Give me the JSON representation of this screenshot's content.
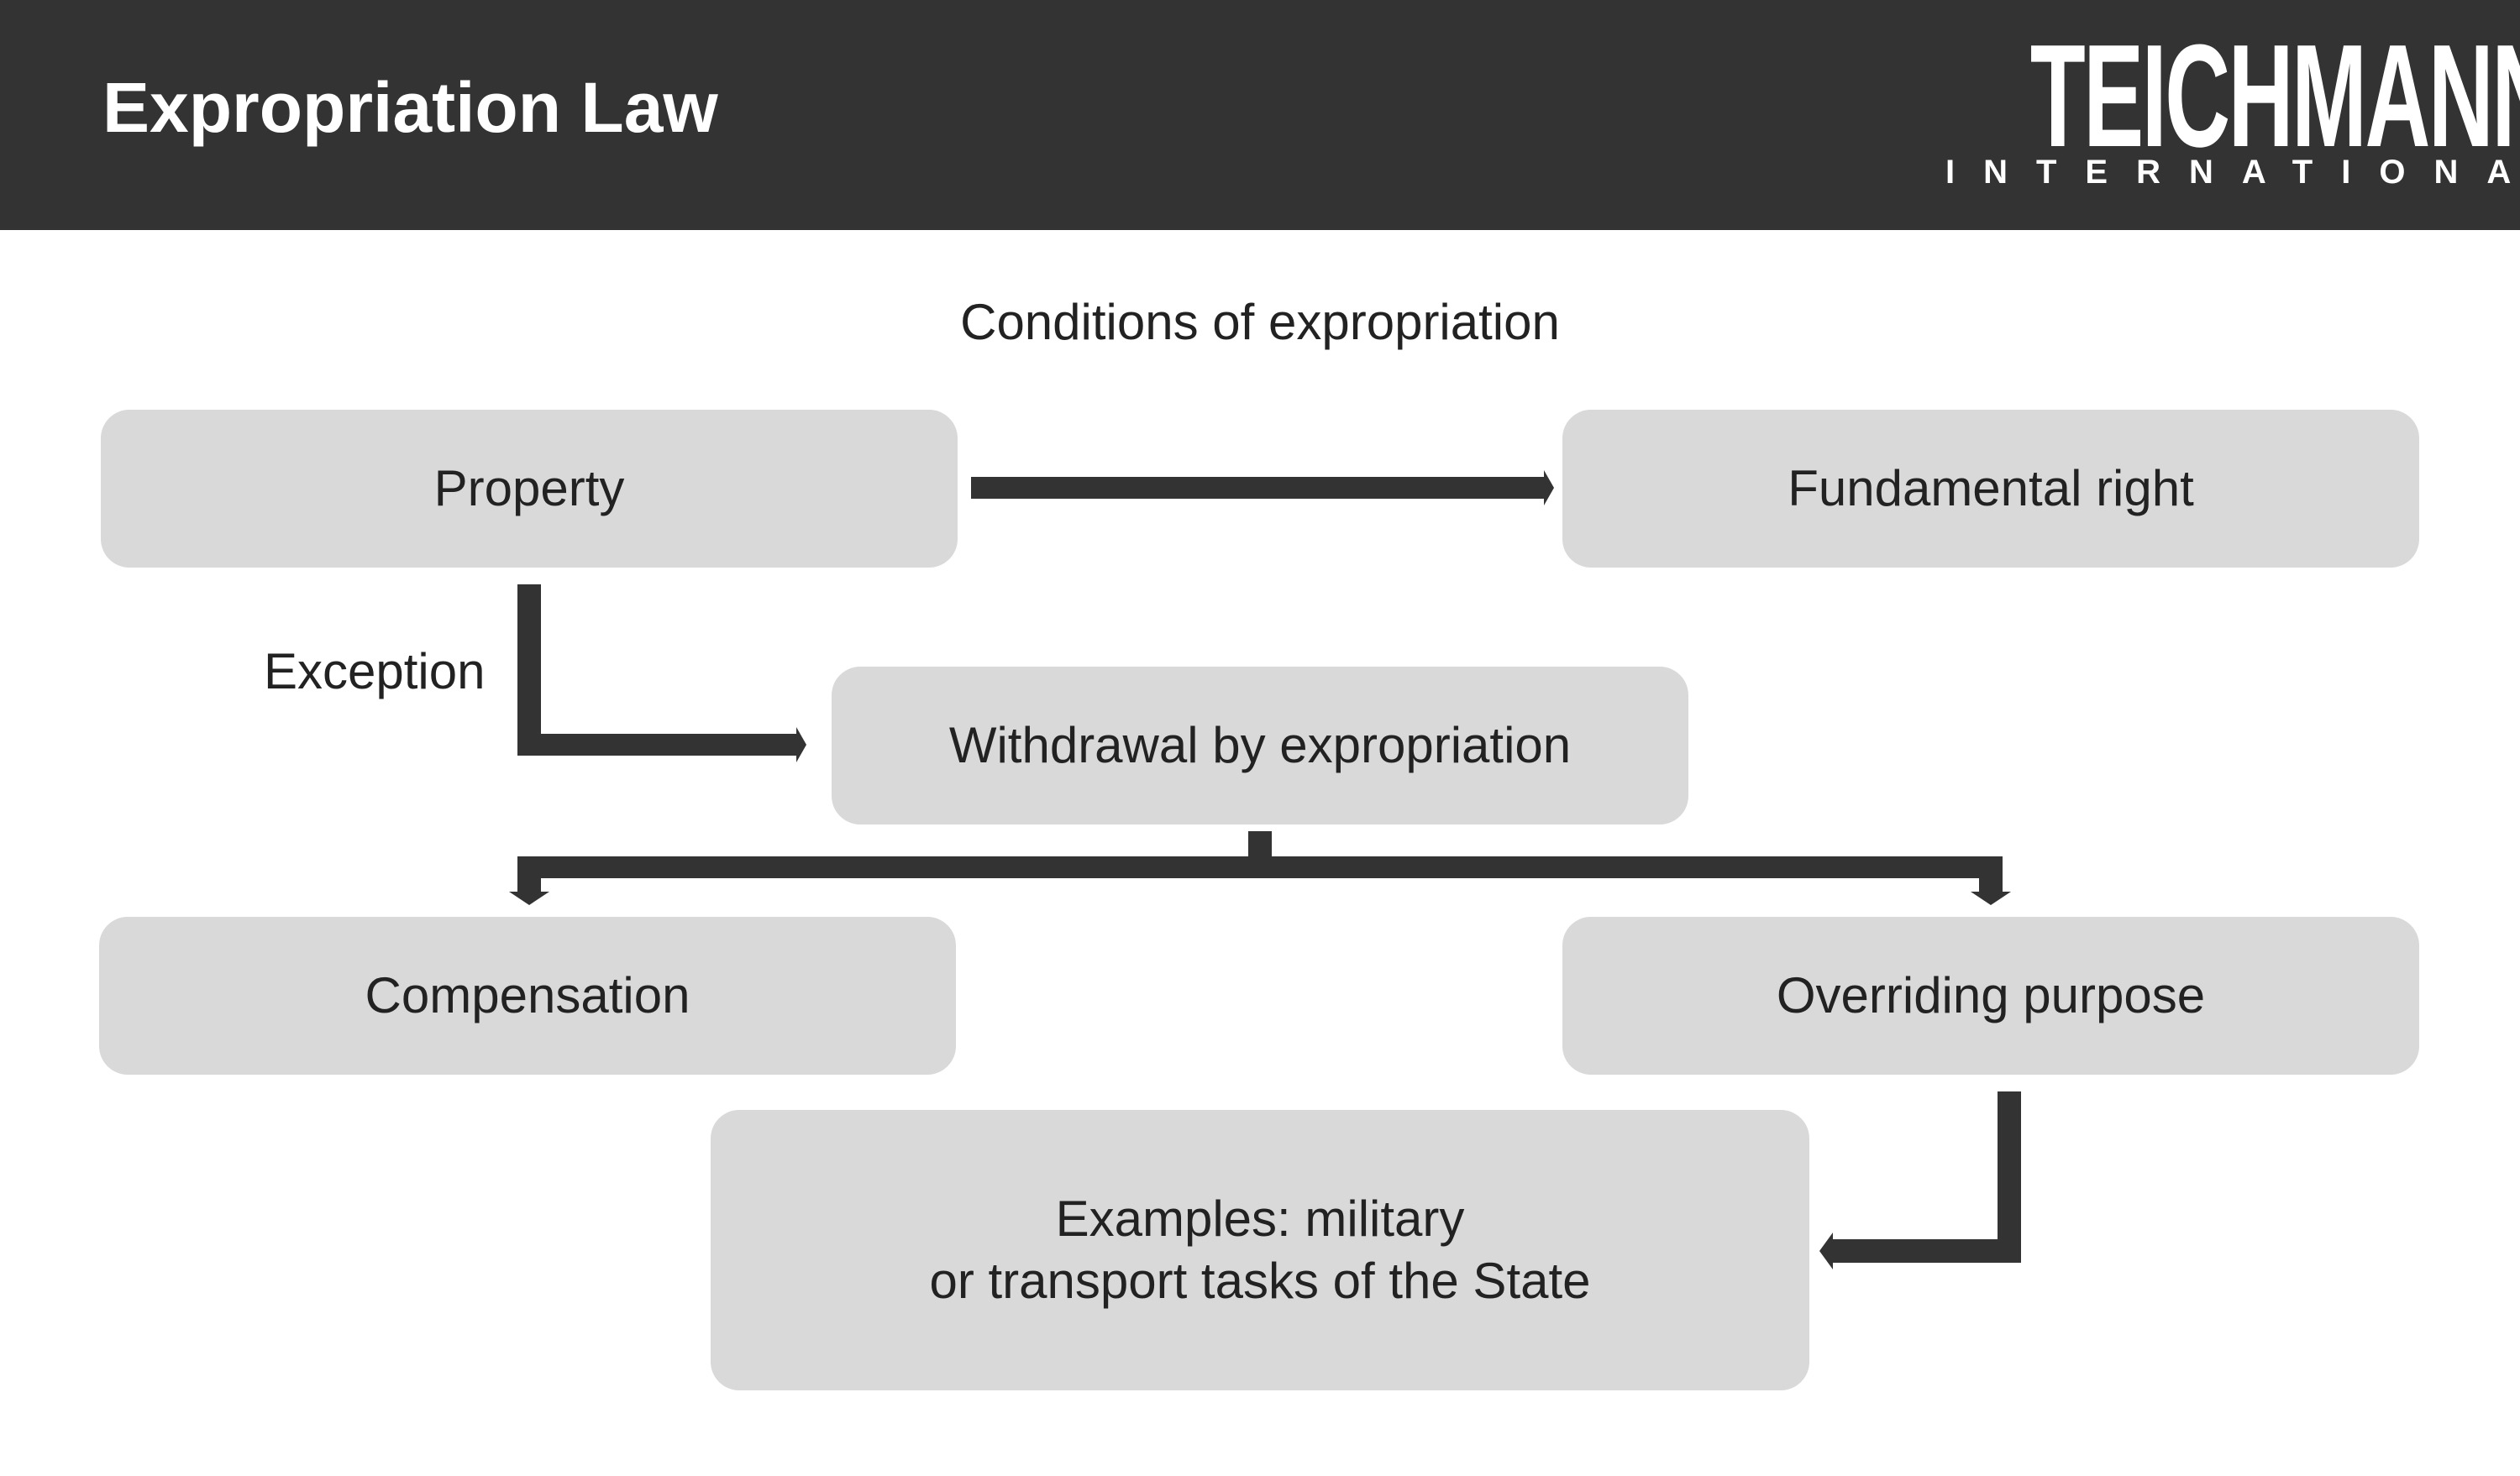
{
  "header": {
    "title": "Expropriation Law",
    "logo_main": "TEICHMANN",
    "logo_sub": "INTERNATIONAL"
  },
  "diagram": {
    "title": "Conditions of expropriation",
    "nodes": {
      "property": "Property",
      "fundamental_right": "Fundamental right",
      "withdrawal": "Withdrawal by expropriation",
      "compensation": "Compensation",
      "overriding_purpose": "Overriding purpose",
      "examples": "Examples: military\nor transport tasks of the State"
    },
    "edge_labels": {
      "exception": "Exception"
    }
  },
  "colors": {
    "header_bg": "#333333",
    "box_fill": "#d9d9d9",
    "arrow": "#333333",
    "text": "#222222"
  }
}
